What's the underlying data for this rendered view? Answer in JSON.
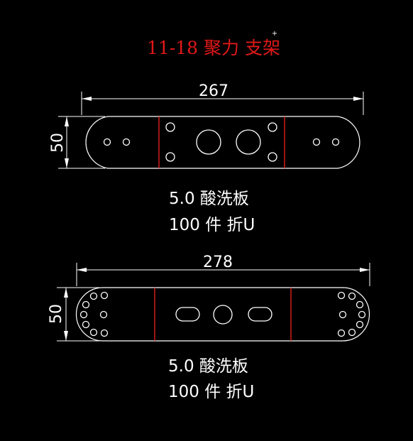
{
  "title": {
    "text": "11-18  聚力  支架",
    "color": "#e01818"
  },
  "colors": {
    "outline": "#ffffff",
    "bend_line": "#e0201a",
    "background": "#000000"
  },
  "parts": [
    {
      "width_dim": "267",
      "height_dim": "50",
      "material": "5.0  酸洗板",
      "quantity": "100  件  折U"
    },
    {
      "width_dim": "278",
      "height_dim": "50",
      "material": "5.0  酸洗板",
      "quantity": "100  件  折U"
    }
  ]
}
